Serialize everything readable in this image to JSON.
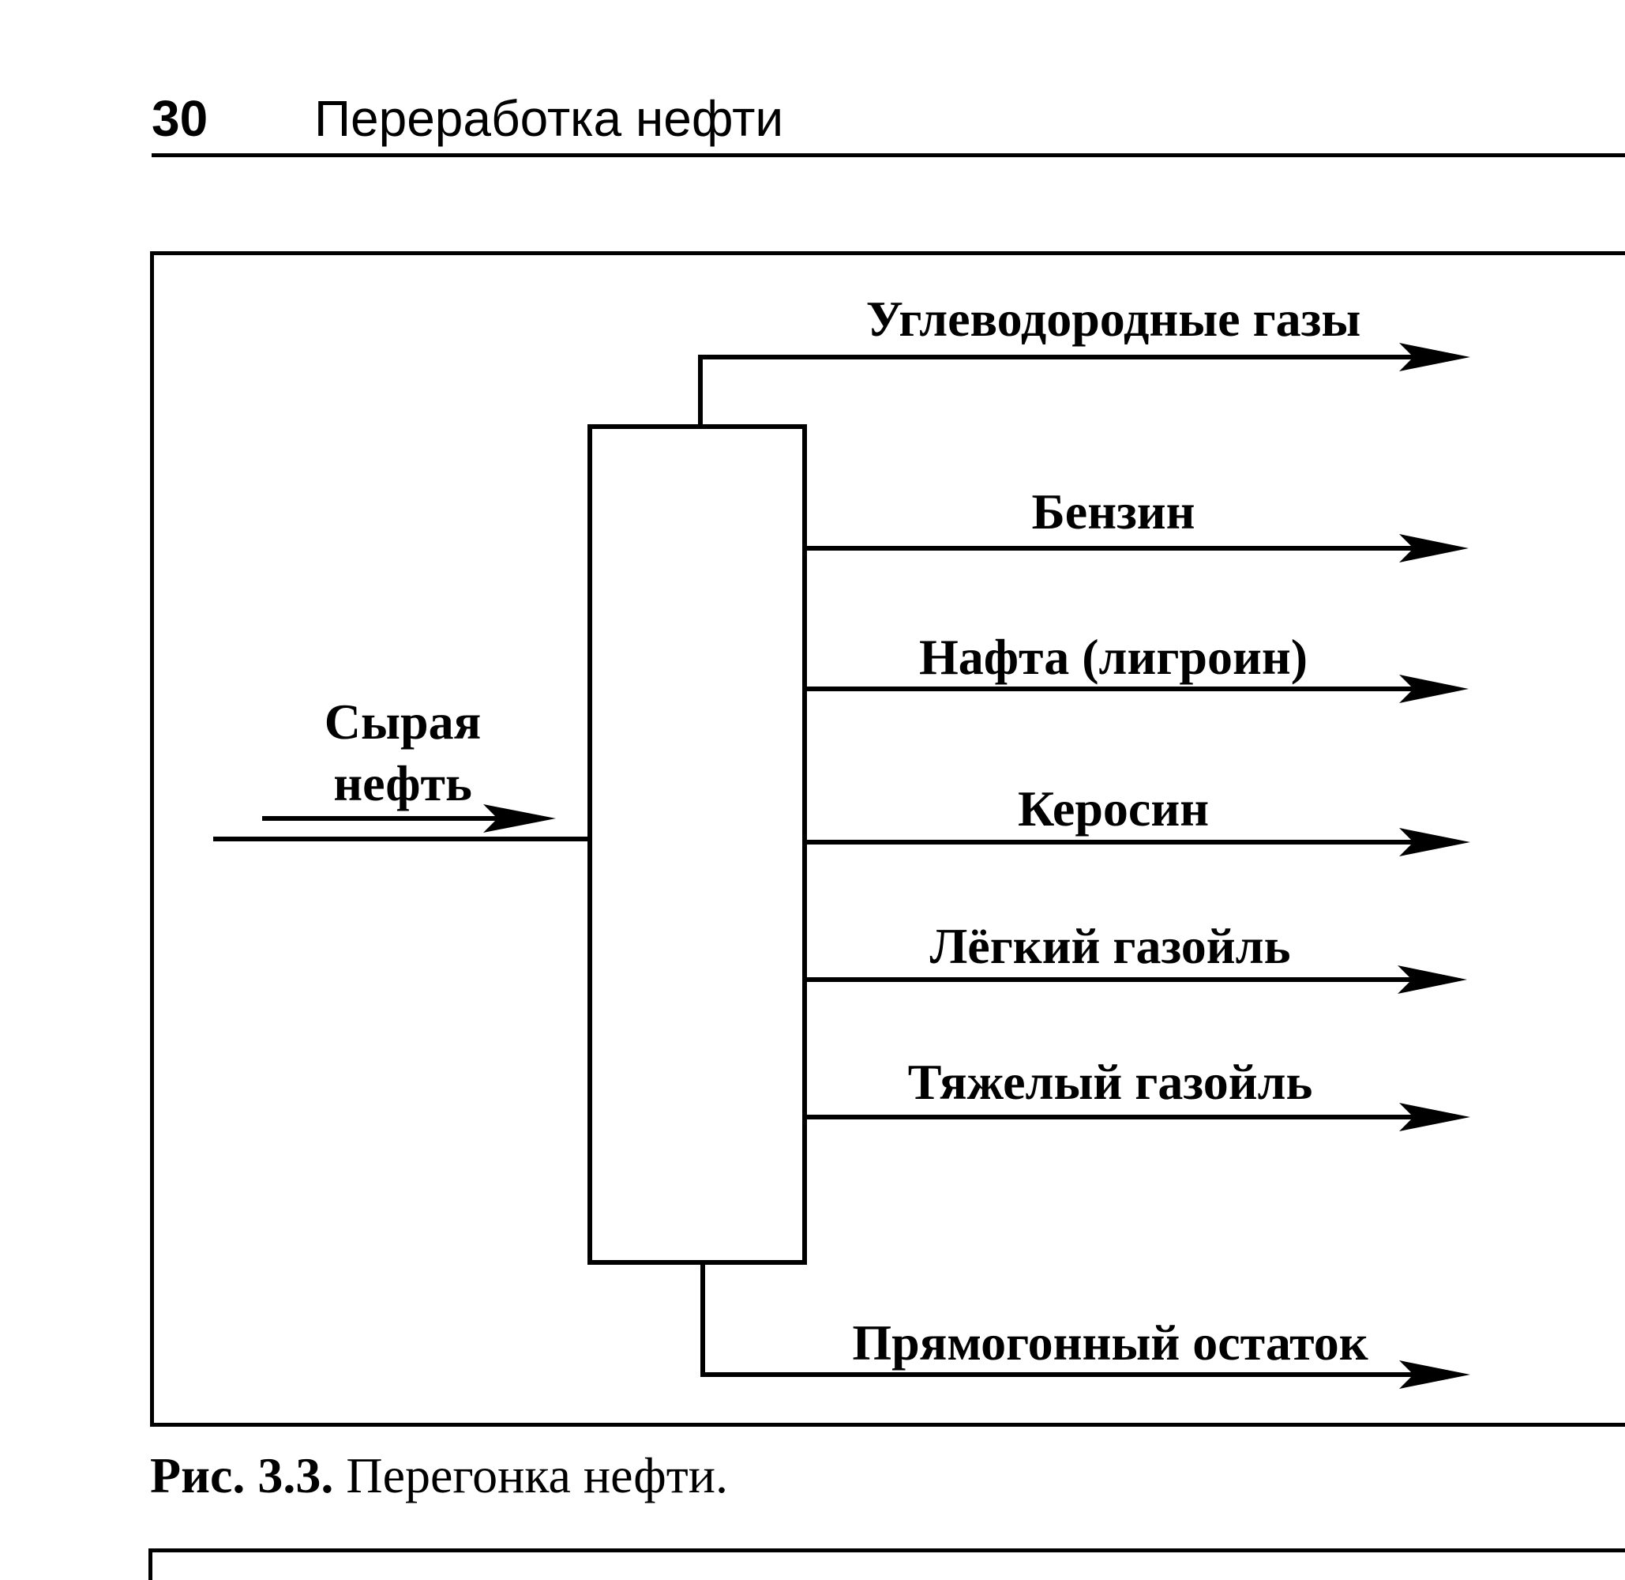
{
  "header": {
    "page_number": "30",
    "running_title": "Переработка нефти"
  },
  "diagram": {
    "input_label_line1": "Сырая",
    "input_label_line2": "нефть",
    "outputs": [
      "Углеводородные газы",
      "Бензин",
      "Нафта (лигроин)",
      "Керосин",
      "Лёгкий газойль",
      "Тяжелый газойль",
      "Прямогонный остаток"
    ]
  },
  "caption": {
    "number": "Рис. 3.3.",
    "text": "Перегонка нефти."
  }
}
